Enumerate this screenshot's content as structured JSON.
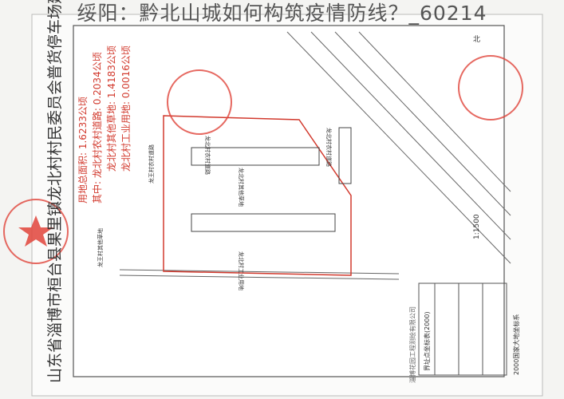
{
  "headline": "绥阳：黔北山城如何构筑疫情防线？_60214",
  "map": {
    "title": "山东省淄博市桓台县果里镇龙北村村民委员会普货停车场建设项目勘测定界图",
    "area_summary": [
      "用地总面积: 1.6233公顷",
      "其中: 龙北村农村道路: 0.2034公顷",
      "龙北村其他草地: 1.4183公顷",
      "龙北村工业用地: 0.0016公顷"
    ],
    "parcel_labels": [
      "龙北村农村道路",
      "龙北村其他草地",
      "龙北村工业用地",
      "龙王村农村道路",
      "龙王村其他草地",
      "龙北村农村道路"
    ],
    "north_label": "北",
    "scale": "1:1500",
    "coord_table_title": "界址点坐标表(2000)",
    "coord_system": "2000国家大地坐标系",
    "surveyor": "淄博花园工程测绘有限公司",
    "colors": {
      "boundary": "#d23a2e",
      "stamp": "#e0433a",
      "ink": "#333333"
    }
  }
}
